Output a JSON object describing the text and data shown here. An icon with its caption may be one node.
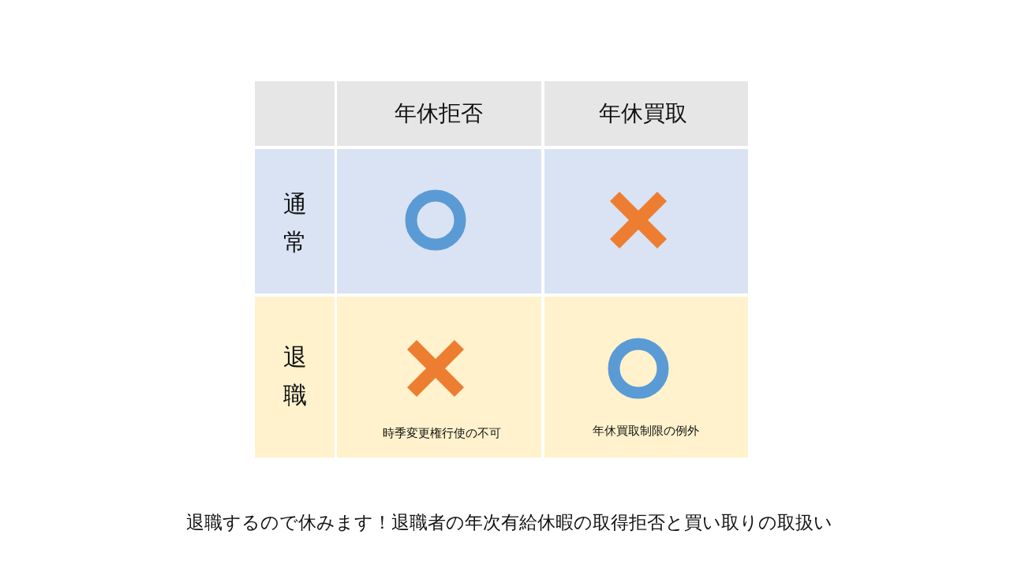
{
  "diagram": {
    "caption": "退職するので休みます！退職者の年次有給休暇の取得拒否と買い取りの取扱い",
    "labels": [
      "年休拒否",
      "年休買取",
      "通常",
      "退職",
      "時季変更権行使の不可",
      "年休買取制限の例外"
    ]
  }
}
